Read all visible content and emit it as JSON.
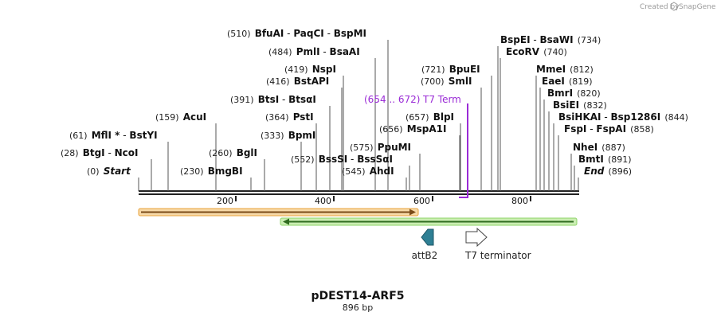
{
  "credit": {
    "text": "Created by",
    "brand": "SnapGene"
  },
  "plasmid": {
    "name": "pDEST14-ARF5",
    "length": "896 bp"
  },
  "ruler": {
    "ticks": [
      "200",
      "400",
      "600",
      "800"
    ]
  },
  "sites": [
    {
      "pos": "(0)",
      "parts": [
        "Start"
      ],
      "italic": true
    },
    {
      "pos": "(28)",
      "parts": [
        "BtgI",
        "NcoI"
      ]
    },
    {
      "pos": "(61)",
      "parts": [
        "MflI *",
        "BstYI"
      ]
    },
    {
      "pos": "(159)",
      "parts": [
        "AcuI"
      ]
    },
    {
      "pos": "(230)",
      "parts": [
        "BmgBI"
      ]
    },
    {
      "pos": "(260)",
      "parts": [
        "BglI"
      ]
    },
    {
      "pos": "(333)",
      "parts": [
        "BpmI"
      ]
    },
    {
      "pos": "(364)",
      "parts": [
        "PstI"
      ]
    },
    {
      "pos": "(391)",
      "parts": [
        "BtsI",
        "BtsαI"
      ]
    },
    {
      "pos": "(416)",
      "parts": [
        "BstAPI"
      ]
    },
    {
      "pos": "(419)",
      "parts": [
        "NspI"
      ]
    },
    {
      "pos": "(484)",
      "parts": [
        "PmlI",
        "BsaAI"
      ]
    },
    {
      "pos": "(510)",
      "parts": [
        "BfuAI",
        "PaqCI",
        "BspMI"
      ]
    },
    {
      "pos": "(545)",
      "parts": [
        "AhdI"
      ]
    },
    {
      "pos": "(552)",
      "parts": [
        "BssSI",
        "BssSαI"
      ]
    },
    {
      "pos": "(575)",
      "parts": [
        "PpuMI"
      ]
    },
    {
      "pos": "(656)",
      "parts": [
        "MspA1I"
      ]
    },
    {
      "pos": "(657)",
      "parts": [
        "BlpI"
      ]
    },
    {
      "pos": "(700)",
      "parts": [
        "SmlI"
      ]
    },
    {
      "pos": "(721)",
      "parts": [
        "BpuEI"
      ]
    },
    {
      "pos": "(734)",
      "parts": [
        "BspEI",
        "BsaWI"
      ]
    },
    {
      "pos": "(740)",
      "parts": [
        "EcoRV"
      ]
    },
    {
      "pos": "(812)",
      "parts": [
        "MmeI"
      ]
    },
    {
      "pos": "(819)",
      "parts": [
        "EaeI"
      ]
    },
    {
      "pos": "(820)",
      "parts": [
        "BmrI"
      ]
    },
    {
      "pos": "(832)",
      "parts": [
        "BsiEI"
      ]
    },
    {
      "pos": "(844)",
      "parts": [
        "BsiHKAI",
        "Bsp1286I"
      ]
    },
    {
      "pos": "(858)",
      "parts": [
        "FspI",
        "FspAI"
      ]
    },
    {
      "pos": "(887)",
      "parts": [
        "NheI"
      ]
    },
    {
      "pos": "(891)",
      "parts": [
        "BmtI"
      ]
    },
    {
      "pos": "(896)",
      "parts": [
        "End"
      ],
      "italic": true
    }
  ],
  "primer": {
    "range": "(654 .. 672)",
    "name": "T7 Term",
    "color": "#9a2bd6"
  },
  "features": [
    {
      "name": "attB2",
      "color": "#2e7f94",
      "type": "attB2-arrow-icon"
    },
    {
      "name": "T7 terminator",
      "color": "#ffffff",
      "type": "t7-terminator-arrow-icon"
    }
  ],
  "orfs": [
    {
      "color": "#e8a33d",
      "direction": "forward"
    },
    {
      "color": "#8fd46a",
      "direction": "reverse"
    }
  ]
}
